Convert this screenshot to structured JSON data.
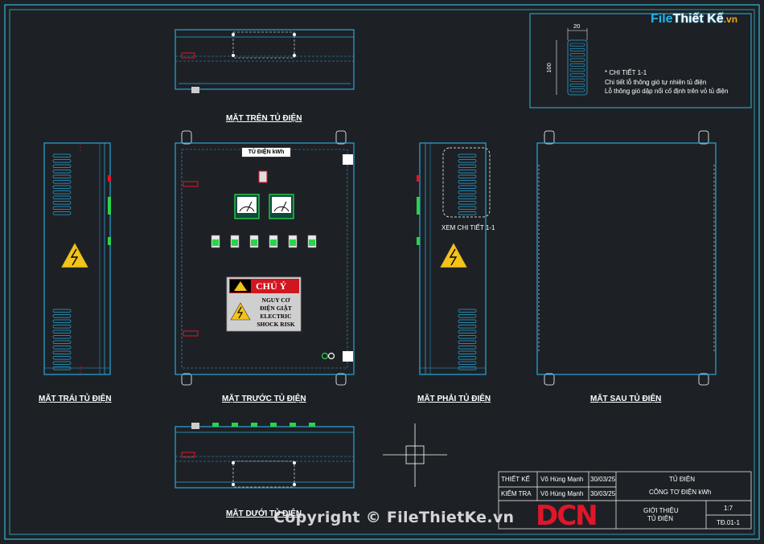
{
  "views": {
    "top": "MẶT TRÊN TỦ ĐIỆN",
    "left": "MẶT TRÁI TỦ ĐIỆN",
    "front": "MẶT TRƯỚC TỦ ĐIỆN",
    "right": "MẶT PHẢI TỦ ĐIỆN",
    "back": "MẶT SAU TỦ ĐIỆN",
    "bottom": "MẶT DƯỚI TỦ ĐIỆN"
  },
  "detail": {
    "title": "* CHI TIẾT 1-1",
    "line1": "Chi tiết lỗ thông gió tự nhiên tủ điện",
    "line2": "Lỗ thông gió dập nổi cố định trên vỏ tủ điện",
    "dim_width": "20",
    "dim_height": "100",
    "callout": "XEM CHI TIẾT 1-1"
  },
  "front_panel": {
    "nameplate": "TỦ ĐIỆN kWh",
    "warning_title": "CHÚ Ý",
    "warning_lines": [
      "NGUY CƠ",
      "ĐIỆN GIẬT",
      "ELECTRIC",
      "SHOCK RISK"
    ]
  },
  "title_block": {
    "designed_label": "THIẾT KẾ",
    "designed_by": "Võ Hùng Mạnh",
    "designed_date": "30/03/25",
    "checked_label": "KIỂM TRA",
    "checked_by": "Võ Hùng Mạnh",
    "checked_date": "30/03/25",
    "project_line1": "TỦ ĐIỆN",
    "project_line2": "CÔNG TƠ ĐIỆN kWh",
    "sheet_title1": "GIỚI THIỆU",
    "sheet_title2": "TỦ ĐIỆN",
    "scale": "1:7",
    "sheet_no": "TĐ.01-1",
    "company": "DCN"
  },
  "logo": {
    "part1": "File",
    "part2": "Thiết Kế",
    "part3": ".vn"
  },
  "watermark": "Copyright © FileThietKe.vn",
  "colors": {
    "background": "#1d2126",
    "frame": "#2fb9d6",
    "panel": "#2aa7d8",
    "white": "#ffffff",
    "red": "#e0162b",
    "green": "#2ad44a",
    "yellow": "#f2c318"
  }
}
